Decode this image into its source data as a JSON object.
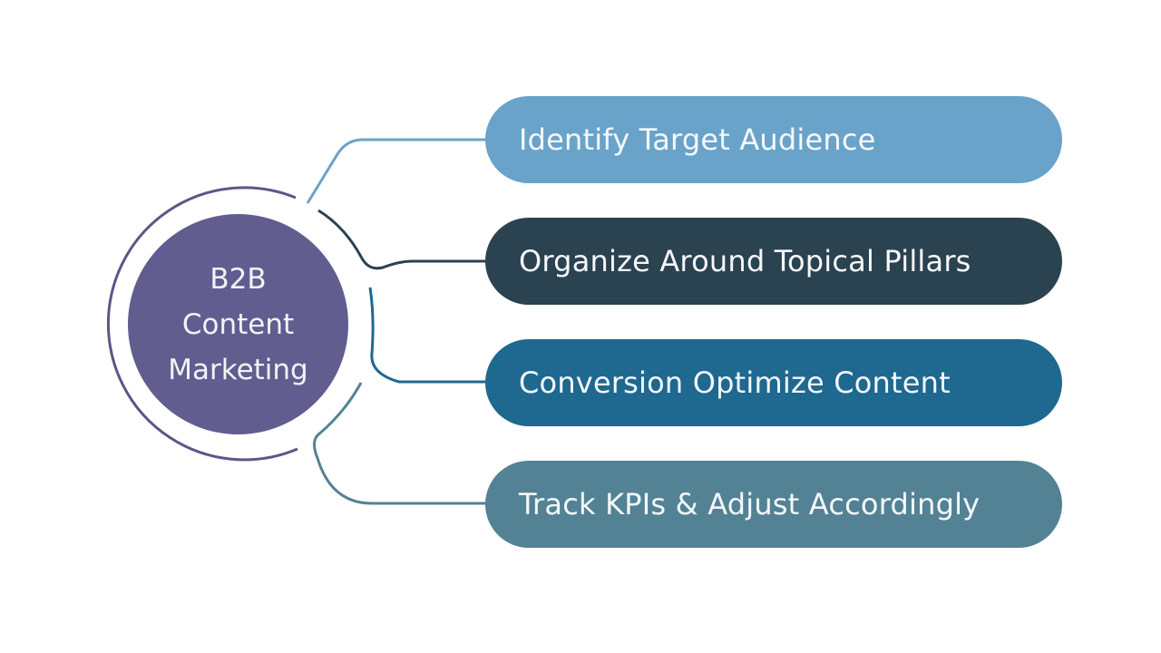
{
  "diagram": {
    "type": "mind-map",
    "center": {
      "lines": [
        "B2B",
        "Content",
        "Marketing"
      ],
      "fill": "#625d8f",
      "ring_color": "#5d5589"
    },
    "branches": [
      {
        "label": "Identify Target Audience",
        "color": "#6aa3c9"
      },
      {
        "label": "Organize Around Topical Pillars",
        "color": "#2b4250"
      },
      {
        "label": "Conversion Optimize Content",
        "color": "#1f6890"
      },
      {
        "label": "Track KPIs & Adjust Accordingly",
        "color": "#538295"
      }
    ]
  }
}
